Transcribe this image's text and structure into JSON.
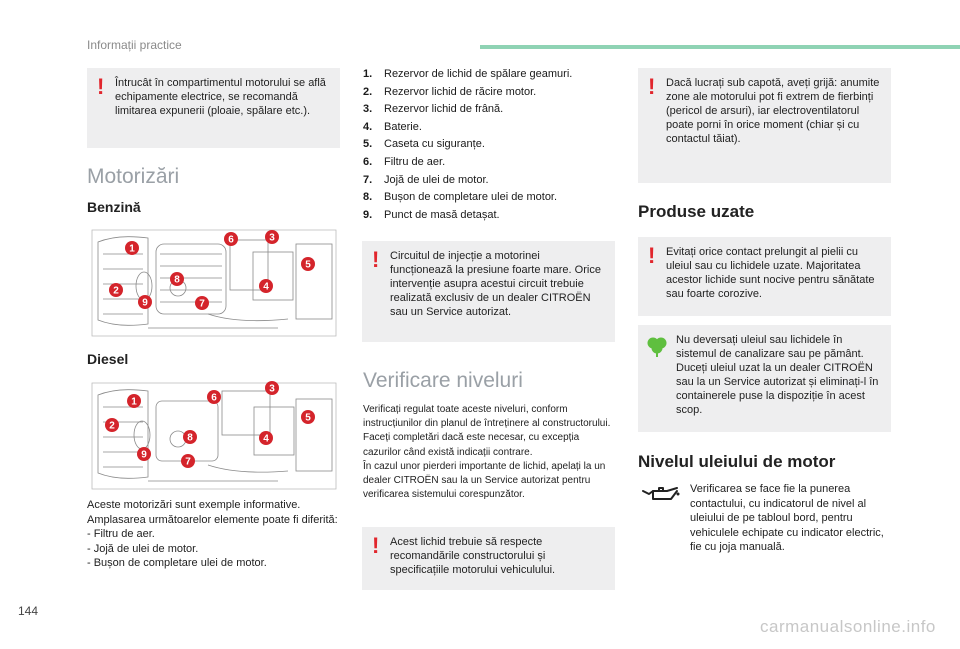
{
  "header": {
    "title": "Informații practice"
  },
  "page_number": "144",
  "watermark": "carmanualsonline.info",
  "col1": {
    "note": "Întrucât în compartimentul motorului se află echipamente electrice, se recomandă limitarea expunerii (ploaie, spălare etc.).",
    "section_title": "Motorizări",
    "petrol_title": "Benzină",
    "diesel_title": "Diesel",
    "info_lines": [
      "Aceste motorizări sunt exemple informative.",
      "Amplasarea următoarelor elemente poate fi diferită:",
      "-   Filtru de aer.",
      "-   Jojă de ulei de motor.",
      "-   Bușon de completare ulei de motor."
    ],
    "petrol_badges": [
      "1",
      "2",
      "3",
      "4",
      "5",
      "6",
      "7",
      "8",
      "9"
    ],
    "diesel_badges": [
      "1",
      "2",
      "3",
      "4",
      "5",
      "6",
      "7",
      "8",
      "9"
    ]
  },
  "col2": {
    "items": [
      {
        "n": "1.",
        "t": "Rezervor de lichid de spălare geamuri."
      },
      {
        "n": "2.",
        "t": "Rezervor lichid de răcire motor."
      },
      {
        "n": "3.",
        "t": "Rezervor lichid de frână."
      },
      {
        "n": "4.",
        "t": "Baterie."
      },
      {
        "n": "5.",
        "t": "Caseta cu siguranțe."
      },
      {
        "n": "6.",
        "t": "Filtru de aer."
      },
      {
        "n": "7.",
        "t": "Jojă de ulei de motor."
      },
      {
        "n": "8.",
        "t": "Bușon de completare ulei de motor."
      },
      {
        "n": "9.",
        "t": "Punct de masă detașat."
      }
    ],
    "injection_note": "Circuitul de injecție a motorinei funcționează la presiune foarte mare. Orice intervenție asupra acestui circuit trebuie realizată exclusiv de un dealer CITROËN sau un Service autorizat.",
    "levels_title": "Verificare niveluri",
    "levels_p1": "Verificați regulat toate aceste niveluri, conform instrucțiunilor din planul de întreținere al constructorului. Faceți completări dacă este necesar, cu excepția cazurilor când există indicații contrare.",
    "levels_p2": "În cazul unor pierderi importante de lichid, apelați la un dealer CITROËN sau la un Service autorizat pentru verificarea sistemului corespunzător.",
    "fluid_note": "Acest lichid trebuie să respecte recomandările constructorului și specificațiile motorului vehiculului."
  },
  "col3": {
    "hood_note": "Dacă lucrați sub capotă, aveți grijă: anumite zone ale motorului pot fi extrem de fierbinți (pericol de arsuri), iar electroventilatorul poate porni în orice moment (chiar și cu contactul tăiat).",
    "used_title": "Produse uzate",
    "skin_note": "Evitați orice contact prelungit al pielii cu uleiul sau cu lichidele uzate. Majoritatea acestor lichide sunt nocive pentru sănătate sau foarte corozive.",
    "env_note": "Nu deversați uleiul sau lichidele în sistemul de canalizare sau pe pământ. Duceți uleiul uzat la un dealer CITROËN sau la un Service autorizat și eliminați-l în containerele puse la dispoziție în acest scop.",
    "oil_title": "Nivelul uleiului de motor",
    "oil_text": "Verificarea se face fie la punerea contactului, cu indicatorul de nivel al uleiului de pe tabloul bord, pentru vehiculele echipate cu indicator electric, fie cu joja manuală."
  },
  "colors": {
    "accent_green": "#8fd3b4",
    "warning_red": "#e1262d",
    "badge_red": "#d4242b",
    "note_bg": "#eeeeef",
    "leaf_green": "#5fbf3f"
  }
}
